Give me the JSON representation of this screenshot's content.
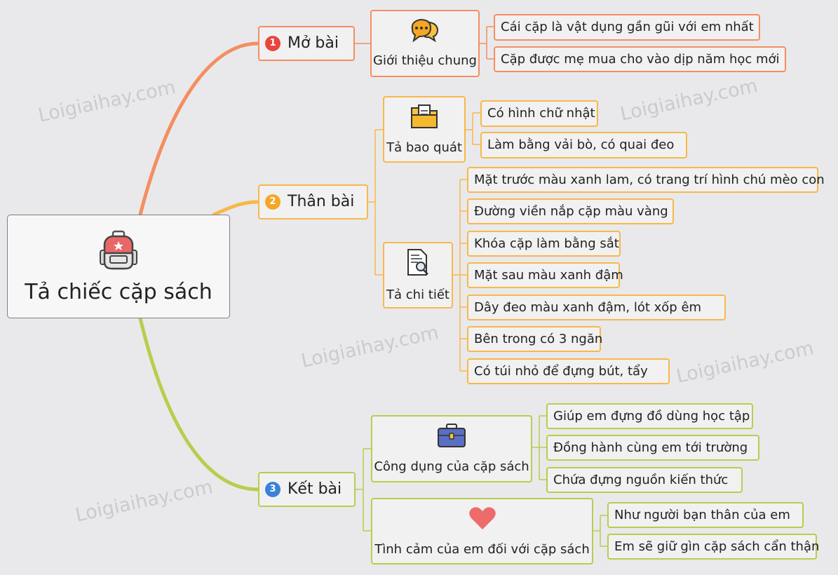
{
  "colors": {
    "branch_1": "#f48e61",
    "branch_2": "#f7b84a",
    "branch_3": "#b9cd4d",
    "badge_1": "#e8473e",
    "badge_2": "#f5a623",
    "badge_3": "#3b82d6"
  },
  "central": {
    "title": "Tả chiếc cặp sách",
    "icon": "backpack-icon"
  },
  "branches": [
    {
      "label": "Mở bài",
      "badge": "1",
      "groups": [
        {
          "label": "Giới thiệu chung",
          "icon": "speech-bubble-icon",
          "items": [
            "Cái cặp là vật dụng gần gũi với em nhất",
            "Cặp được mẹ mua cho vào dịp năm học mới"
          ]
        }
      ]
    },
    {
      "label": "Thân bài",
      "badge": "2",
      "groups": [
        {
          "label": "Tả bao quát",
          "icon": "folder-document-icon",
          "items": [
            "Có hình chữ nhật",
            "Làm bằng vải bò, có quai đeo"
          ]
        },
        {
          "label": "Tả chi tiết",
          "icon": "document-search-icon",
          "items": [
            "Mặt trước màu xanh lam, có trang trí hình chú mèo con",
            "Đường viền nắp cặp màu vàng",
            "Khóa cặp làm bằng sắt",
            "Mặt sau màu xanh đậm",
            "Dây đeo màu xanh đậm, lót xốp êm",
            "Bên trong có 3 ngăn",
            "Có túi nhỏ để đựng bút, tẩy"
          ]
        }
      ]
    },
    {
      "label": "Kết bài",
      "badge": "3",
      "groups": [
        {
          "label": "Công dụng của cặp sách",
          "icon": "briefcase-icon",
          "items": [
            "Giúp em đựng đồ dùng học tập",
            "Đồng hành cùng em tới trường",
            "Chứa đựng nguồn kiến thức"
          ]
        },
        {
          "label": "Tình cảm của em đối với cặp sách",
          "icon": "heart-icon",
          "items": [
            "Như người bạn thân của em",
            "Em sẽ giữ gìn cặp sách cẩn thận"
          ]
        }
      ]
    }
  ],
  "watermark": "Loigiaihay.com"
}
